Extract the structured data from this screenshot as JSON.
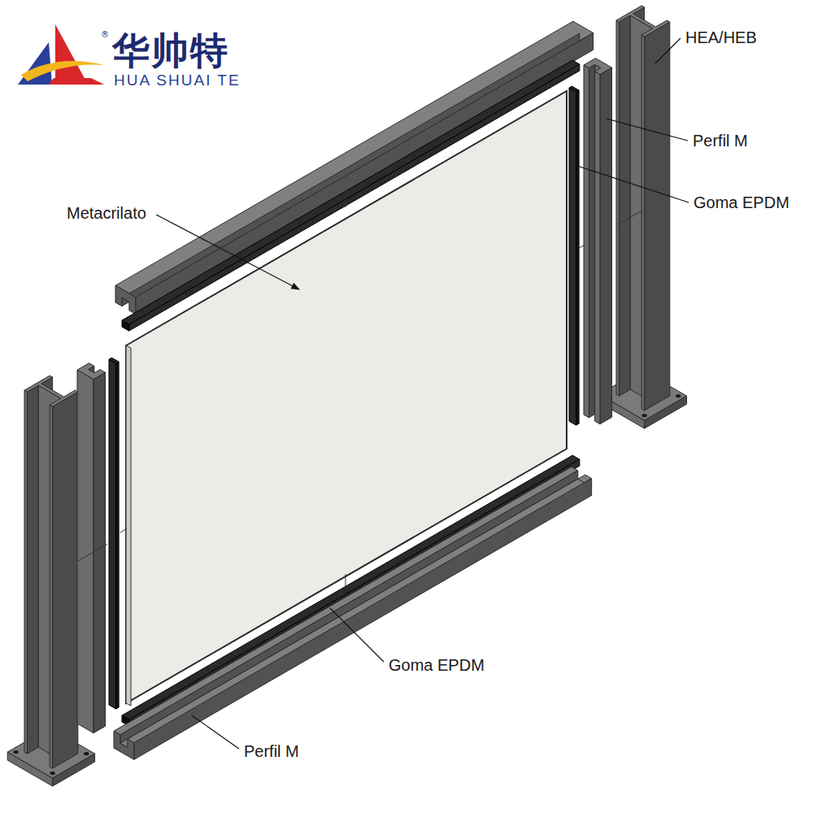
{
  "diagram": {
    "labels": [
      "华帅特",
      "®",
      "HUA SHUAI TE",
      "HEA/HEB",
      "Perfil M",
      "Goma EPDM",
      "Metacrilato",
      "Goma EPDM",
      "Perfil M"
    ]
  }
}
